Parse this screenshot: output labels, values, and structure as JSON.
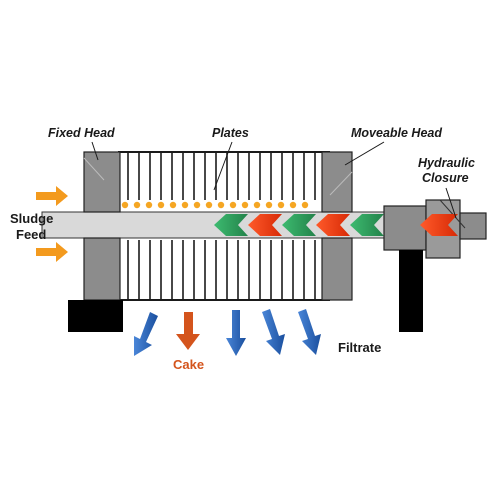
{
  "labels": {
    "fixed_head": "Fixed Head",
    "plates": "Plates",
    "moveable_head": "Moveable Head",
    "hydraulic_line1": "Hydraulic",
    "hydraulic_line2": "Closure",
    "sludge_line1": "Sludge",
    "sludge_line2": "Feed",
    "cake": "Cake",
    "filtrate": "Filtrate"
  },
  "colors": {
    "head": "#8c8c8c",
    "ram": "#d9d9d9",
    "frame": "#404040",
    "base": "#000000",
    "plate_line": "#1a1a1a",
    "sludge_dot": "#f5a623",
    "feed_arrow": "#f39a1e",
    "green_chevron": "#2e9b5c",
    "red_chevron": "#e83a12",
    "filtrate_arrow": "#1f5fb8",
    "cake_arrow": "#d4541c"
  }
}
